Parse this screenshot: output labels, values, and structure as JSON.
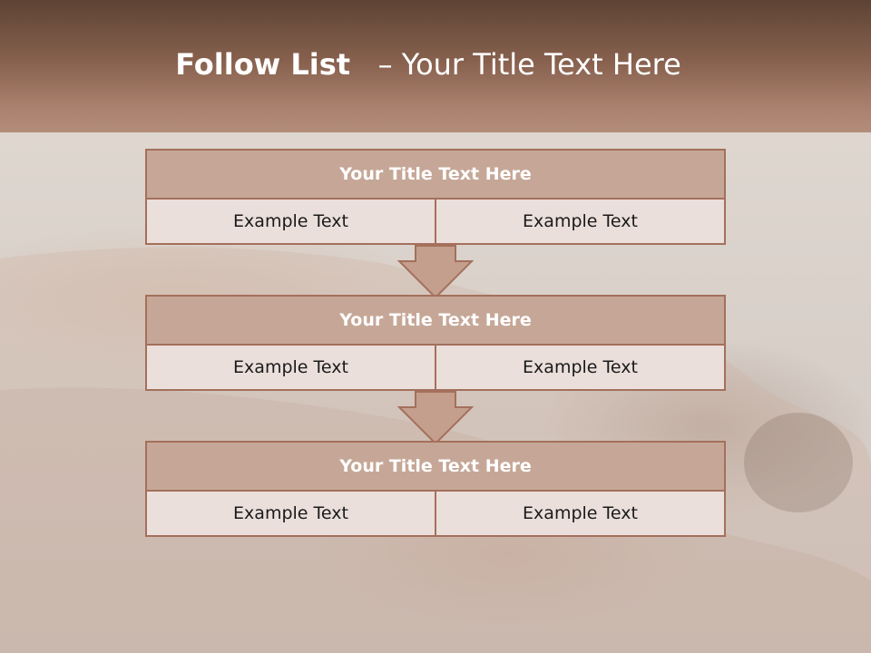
{
  "slide": {
    "title_bold": "Follow List",
    "title_rest": "– Your Title Text Here"
  },
  "blocks": [
    {
      "title": "Your Title Text Here",
      "cells": [
        "Example Text",
        "Example Text"
      ]
    },
    {
      "title": "Your Title Text Here",
      "cells": [
        "Example Text",
        "Example Text"
      ]
    },
    {
      "title": "Your Title Text Here",
      "cells": [
        "Example Text",
        "Example Text"
      ]
    }
  ],
  "colors": {
    "header_dark": "#5d4334",
    "header_light": "#b48d7a",
    "block_title_fill": "#c6a797",
    "block_border": "#a4705c",
    "cell_fill": "#eadfdb",
    "arrow_fill": "#c49f8d"
  }
}
